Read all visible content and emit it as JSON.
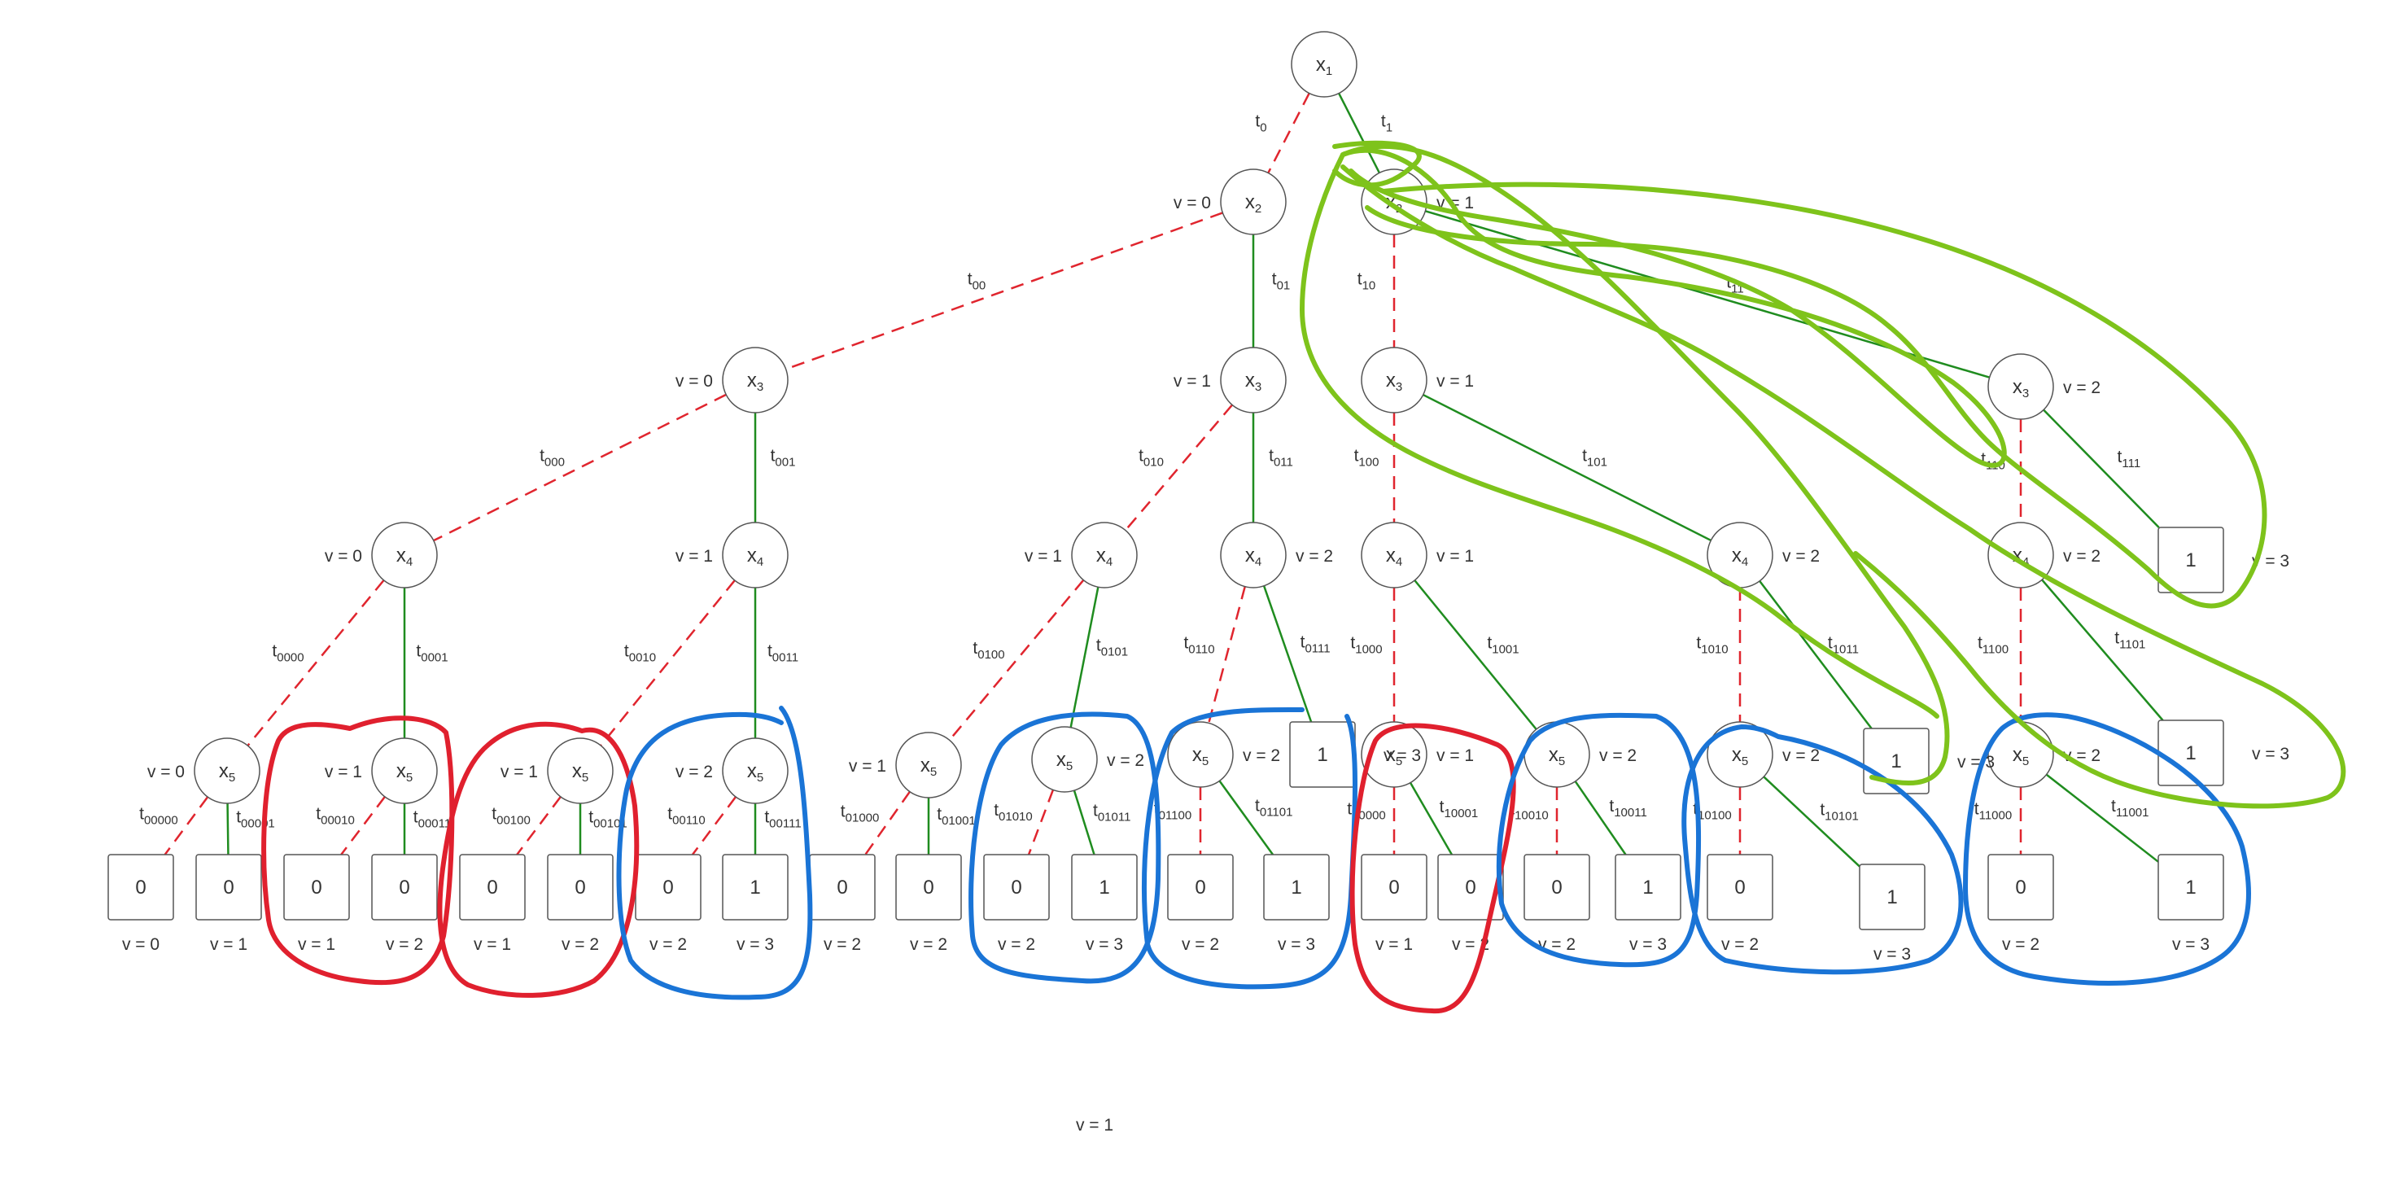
{
  "colors": {
    "edge_low": "#e0252e",
    "edge_high": "#1f8c1f",
    "node_stroke": "#555555",
    "text": "#333333",
    "loop_red": "#e0202e",
    "loop_blue": "#1a74d6",
    "loop_green": "#7ec31b"
  },
  "nodes": [
    {
      "id": "x1",
      "text": "x1",
      "shape": "circle"
    },
    {
      "id": "n0",
      "text": "x2",
      "shape": "circle"
    },
    {
      "id": "n1",
      "text": "x2",
      "shape": "circle"
    },
    {
      "id": "n00",
      "text": "x3",
      "shape": "circle"
    },
    {
      "id": "n01",
      "text": "x3",
      "shape": "circle"
    },
    {
      "id": "n10",
      "text": "x3",
      "shape": "circle"
    },
    {
      "id": "n11",
      "text": "x3",
      "shape": "circle"
    },
    {
      "id": "n000",
      "text": "x4",
      "shape": "circle"
    },
    {
      "id": "n001",
      "text": "x4",
      "shape": "circle"
    },
    {
      "id": "n010",
      "text": "x4",
      "shape": "circle"
    },
    {
      "id": "n011",
      "text": "x4",
      "shape": "circle"
    },
    {
      "id": "n100",
      "text": "x4",
      "shape": "circle"
    },
    {
      "id": "n101",
      "text": "x4",
      "shape": "circle"
    },
    {
      "id": "n110",
      "text": "x4",
      "shape": "circle"
    },
    {
      "id": "n111",
      "text": "1",
      "shape": "square"
    },
    {
      "id": "n0000",
      "text": "x5",
      "shape": "circle"
    },
    {
      "id": "n0001",
      "text": "x5",
      "shape": "circle"
    },
    {
      "id": "n0010",
      "text": "x5",
      "shape": "circle"
    },
    {
      "id": "n0011",
      "text": "x5",
      "shape": "circle"
    },
    {
      "id": "n0100",
      "text": "x5",
      "shape": "circle"
    },
    {
      "id": "n0101",
      "text": "x5",
      "shape": "circle"
    },
    {
      "id": "n0110",
      "text": "x5",
      "shape": "circle"
    },
    {
      "id": "n0111",
      "text": "1",
      "shape": "square"
    },
    {
      "id": "n1000",
      "text": "x5",
      "shape": "circle"
    },
    {
      "id": "n1001",
      "text": "x5",
      "shape": "circle"
    },
    {
      "id": "n1010",
      "text": "x5",
      "shape": "circle"
    },
    {
      "id": "n1011",
      "text": "1",
      "shape": "square"
    },
    {
      "id": "n1100",
      "text": "x5",
      "shape": "circle"
    },
    {
      "id": "n1101",
      "text": "1",
      "shape": "square"
    },
    {
      "id": "n00000",
      "text": "0",
      "shape": "square"
    },
    {
      "id": "n00001",
      "text": "0",
      "shape": "square"
    },
    {
      "id": "n00010",
      "text": "0",
      "shape": "square"
    },
    {
      "id": "n00011",
      "text": "0",
      "shape": "square"
    },
    {
      "id": "n00100",
      "text": "0",
      "shape": "square"
    },
    {
      "id": "n00101",
      "text": "0",
      "shape": "square"
    },
    {
      "id": "n00110",
      "text": "0",
      "shape": "square"
    },
    {
      "id": "n00111",
      "text": "1",
      "shape": "square"
    },
    {
      "id": "n01000",
      "text": "0",
      "shape": "square"
    },
    {
      "id": "n01001",
      "text": "0",
      "shape": "square"
    },
    {
      "id": "n01010",
      "text": "0",
      "shape": "square"
    },
    {
      "id": "n01011",
      "text": "1",
      "shape": "square"
    },
    {
      "id": "n01100",
      "text": "0",
      "shape": "square"
    },
    {
      "id": "n01101",
      "text": "1",
      "shape": "square"
    },
    {
      "id": "n10000",
      "text": "0",
      "shape": "square"
    },
    {
      "id": "n10001",
      "text": "0",
      "shape": "square"
    },
    {
      "id": "n10010",
      "text": "0",
      "shape": "square"
    },
    {
      "id": "n10011",
      "text": "1",
      "shape": "square"
    },
    {
      "id": "n10100",
      "text": "0",
      "shape": "square"
    },
    {
      "id": "n10101",
      "text": "1",
      "shape": "square"
    },
    {
      "id": "n11000",
      "text": "0",
      "shape": "square"
    },
    {
      "id": "n11001",
      "text": "1",
      "shape": "square"
    }
  ],
  "edges": [
    {
      "from": "x1",
      "to": "n0",
      "kind": "low",
      "label": "t0"
    },
    {
      "from": "x1",
      "to": "n1",
      "kind": "high",
      "label": "t1"
    },
    {
      "from": "n0",
      "to": "n00",
      "kind": "low",
      "label": "t00"
    },
    {
      "from": "n0",
      "to": "n01",
      "kind": "high",
      "label": "t01"
    },
    {
      "from": "n1",
      "to": "n10",
      "kind": "low",
      "label": "t10"
    },
    {
      "from": "n1",
      "to": "n11",
      "kind": "high",
      "label": "t11"
    },
    {
      "from": "n00",
      "to": "n000",
      "kind": "low",
      "label": "t000"
    },
    {
      "from": "n00",
      "to": "n001",
      "kind": "high",
      "label": "t001"
    },
    {
      "from": "n01",
      "to": "n010",
      "kind": "low",
      "label": "t010"
    },
    {
      "from": "n01",
      "to": "n011",
      "kind": "high",
      "label": "t011"
    },
    {
      "from": "n10",
      "to": "n100",
      "kind": "low",
      "label": "t100"
    },
    {
      "from": "n10",
      "to": "n101",
      "kind": "high",
      "label": "t101"
    },
    {
      "from": "n11",
      "to": "n110",
      "kind": "low",
      "label": "t110"
    },
    {
      "from": "n11",
      "to": "n111",
      "kind": "high",
      "label": "t111"
    },
    {
      "from": "n000",
      "to": "n0000",
      "kind": "low",
      "label": "t0000"
    },
    {
      "from": "n000",
      "to": "n0001",
      "kind": "high",
      "label": "t0001"
    },
    {
      "from": "n001",
      "to": "n0010",
      "kind": "low",
      "label": "t0010"
    },
    {
      "from": "n001",
      "to": "n0011",
      "kind": "high",
      "label": "t0011"
    },
    {
      "from": "n010",
      "to": "n0100",
      "kind": "low",
      "label": "t0100"
    },
    {
      "from": "n010",
      "to": "n0101",
      "kind": "high",
      "label": "t0101"
    },
    {
      "from": "n011",
      "to": "n0110",
      "kind": "low",
      "label": "t0110"
    },
    {
      "from": "n011",
      "to": "n0111",
      "kind": "high",
      "label": "t0111"
    },
    {
      "from": "n100",
      "to": "n1000",
      "kind": "low",
      "label": "t1000"
    },
    {
      "from": "n100",
      "to": "n1001",
      "kind": "high",
      "label": "t1001"
    },
    {
      "from": "n101",
      "to": "n1010",
      "kind": "low",
      "label": "t1010"
    },
    {
      "from": "n101",
      "to": "n1011",
      "kind": "high",
      "label": "t1011"
    },
    {
      "from": "n110",
      "to": "n1100",
      "kind": "low",
      "label": "t1100"
    },
    {
      "from": "n110",
      "to": "n1101",
      "kind": "high",
      "label": "t1101"
    },
    {
      "from": "n0000",
      "to": "n00000",
      "kind": "low",
      "label": "t00000"
    },
    {
      "from": "n0000",
      "to": "n00001",
      "kind": "high",
      "label": "t00001"
    },
    {
      "from": "n0001",
      "to": "n00010",
      "kind": "low",
      "label": "t00010"
    },
    {
      "from": "n0001",
      "to": "n00011",
      "kind": "high",
      "label": "t00011"
    },
    {
      "from": "n0010",
      "to": "n00100",
      "kind": "low",
      "label": "t00100"
    },
    {
      "from": "n0010",
      "to": "n00101",
      "kind": "high",
      "label": "t00101"
    },
    {
      "from": "n0011",
      "to": "n00110",
      "kind": "low",
      "label": "t00110"
    },
    {
      "from": "n0011",
      "to": "n00111",
      "kind": "high",
      "label": "t00111"
    },
    {
      "from": "n0100",
      "to": "n01000",
      "kind": "low",
      "label": "t01000"
    },
    {
      "from": "n0100",
      "to": "n01001",
      "kind": "high",
      "label": "t01001"
    },
    {
      "from": "n0101",
      "to": "n01010",
      "kind": "low",
      "label": "t01010"
    },
    {
      "from": "n0101",
      "to": "n01011",
      "kind": "high",
      "label": "t01011"
    },
    {
      "from": "n0110",
      "to": "n01100",
      "kind": "low",
      "label": "t01100"
    },
    {
      "from": "n0110",
      "to": "n01101",
      "kind": "high",
      "label": "t01101"
    },
    {
      "from": "n1000",
      "to": "n10000",
      "kind": "low",
      "label": "t10000"
    },
    {
      "from": "n1000",
      "to": "n10001",
      "kind": "high",
      "label": "t10001"
    },
    {
      "from": "n1001",
      "to": "n10010",
      "kind": "low",
      "label": "t10010"
    },
    {
      "from": "n1001",
      "to": "n10011",
      "kind": "high",
      "label": "t10011"
    },
    {
      "from": "n1010",
      "to": "n10100",
      "kind": "low",
      "label": "t10100"
    },
    {
      "from": "n1010",
      "to": "n10101",
      "kind": "high",
      "label": "t10101"
    },
    {
      "from": "n1100",
      "to": "n11000",
      "kind": "low",
      "label": "t11000"
    },
    {
      "from": "n1100",
      "to": "n11001",
      "kind": "high",
      "label": "t11001"
    }
  ],
  "v_labels": [
    {
      "node": "n0",
      "text": "v = 0"
    },
    {
      "node": "n1",
      "text": "v = 1"
    },
    {
      "node": "n00",
      "text": "v = 0"
    },
    {
      "node": "n01",
      "text": "v = 1"
    },
    {
      "node": "n10",
      "text": "v = 1"
    },
    {
      "node": "n11",
      "text": "v = 2"
    },
    {
      "node": "n000",
      "text": "v = 0"
    },
    {
      "node": "n001",
      "text": "v = 1"
    },
    {
      "node": "n010",
      "text": "v = 1"
    },
    {
      "node": "n011",
      "text": "v = 2"
    },
    {
      "node": "n100",
      "text": "v = 1"
    },
    {
      "node": "n101",
      "text": "v = 2"
    },
    {
      "node": "n110",
      "text": "v = 2"
    },
    {
      "node": "n111",
      "text": "v = 3"
    },
    {
      "node": "n0000",
      "text": "v = 0"
    },
    {
      "node": "n0001",
      "text": "v = 1"
    },
    {
      "node": "n0010",
      "text": "v = 1"
    },
    {
      "node": "n0011",
      "text": "v = 2"
    },
    {
      "node": "n0100",
      "text": "v = 1"
    },
    {
      "node": "n0101",
      "text": "v = 2"
    },
    {
      "node": "n0110",
      "text": "v = 2"
    },
    {
      "node": "n0111",
      "text": "v = 3"
    },
    {
      "node": "n1000",
      "text": "v = 1"
    },
    {
      "node": "n1001",
      "text": "v = 2"
    },
    {
      "node": "n1010",
      "text": "v = 2"
    },
    {
      "node": "n1011",
      "text": "v = 3"
    },
    {
      "node": "n1100",
      "text": "v = 2"
    },
    {
      "node": "n1101",
      "text": "v = 3"
    },
    {
      "node": "n00000",
      "text": "v = 0"
    },
    {
      "node": "n00001",
      "text": "v = 1"
    },
    {
      "node": "n00010",
      "text": "v = 1"
    },
    {
      "node": "n00011",
      "text": "v = 2"
    },
    {
      "node": "n00100",
      "text": "v = 1"
    },
    {
      "node": "n00101",
      "text": "v = 2"
    },
    {
      "node": "n00110",
      "text": "v = 2"
    },
    {
      "node": "n00111",
      "text": "v = 3"
    },
    {
      "node": "n01000",
      "text": "v = 2"
    },
    {
      "node": "n01001",
      "text": "v = 2"
    },
    {
      "node": "n01010",
      "text": "v = 2"
    },
    {
      "node": "n01011",
      "text": "v = 3"
    },
    {
      "node": "n01100",
      "text": "v = 2"
    },
    {
      "node": "n01101",
      "text": "v = 3"
    },
    {
      "node": "n10000",
      "text": "v = 1"
    },
    {
      "node": "n10001",
      "text": "v = 2"
    },
    {
      "node": "n10010",
      "text": "v = 2"
    },
    {
      "node": "n10011",
      "text": "v = 3"
    },
    {
      "node": "n10100",
      "text": "v = 2"
    },
    {
      "node": "n10101",
      "text": "v = 3"
    },
    {
      "node": "n11000",
      "text": "v = 2"
    },
    {
      "node": "n11001",
      "text": "v = 3"
    }
  ],
  "footer_label": "v = 1"
}
